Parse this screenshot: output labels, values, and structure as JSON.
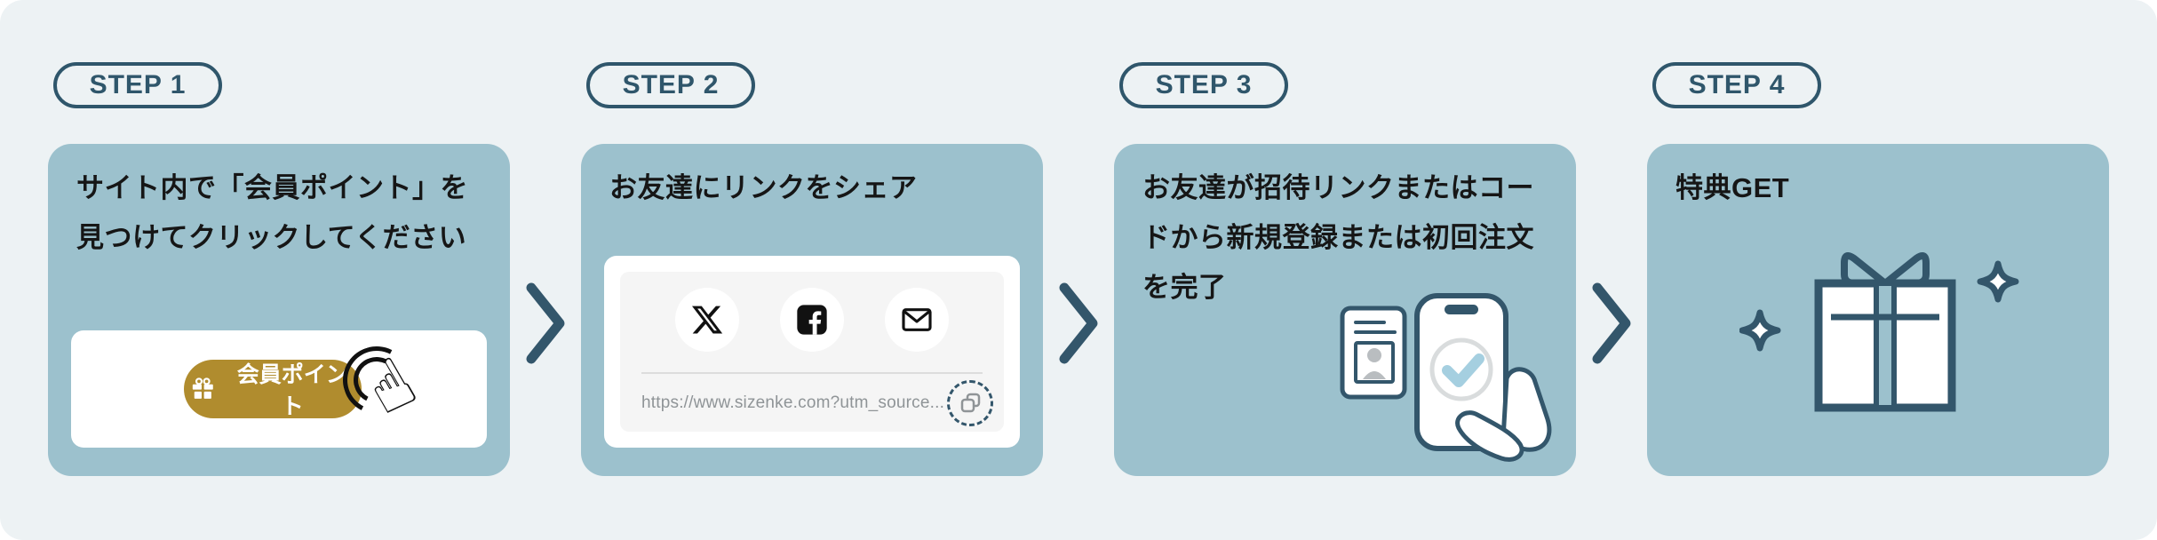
{
  "steps": [
    {
      "badge": "STEP 1",
      "title": "サイト内で「会員ポイント」を見つけてクリックしてください",
      "demo": {
        "button_label": "会員ポイント"
      }
    },
    {
      "badge": "STEP 2",
      "title": "お友達にリンクをシェア",
      "share": {
        "url": "https://www.sizenke.com?utm_source...",
        "icons": [
          "x",
          "facebook",
          "email"
        ]
      }
    },
    {
      "badge": "STEP 3",
      "title": "お友達が招待リンクまたはコードから新規登録または初回注文を完了"
    },
    {
      "badge": "STEP 4",
      "title": "特典GET"
    }
  ],
  "icons": {
    "tap_hand_glyph": "☝"
  },
  "colors": {
    "page_bg": "#edf2f4",
    "card_bg": "#9cc1cd",
    "accent_teal": "#33566b",
    "badge_text": "#2f566b",
    "gold_button": "#b08c2e",
    "url_text": "#8f9497",
    "check_blue": "#a5cfe0"
  }
}
